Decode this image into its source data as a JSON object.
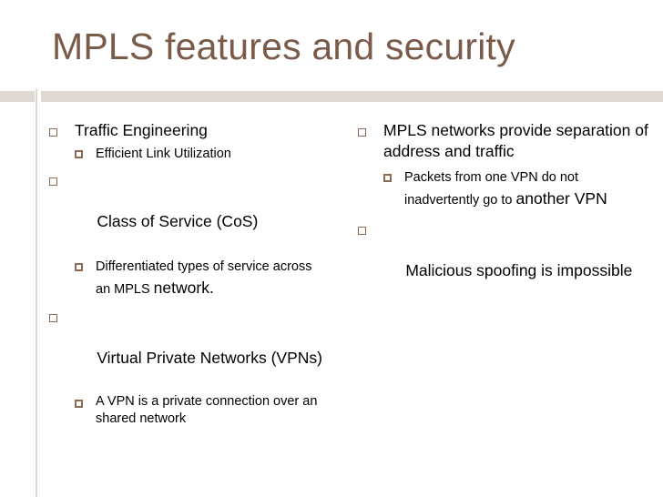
{
  "slide": {
    "title": "MPLS features and security",
    "left_column": {
      "item1": "Traffic Engineering",
      "item1_sub1": "Efficient Link Utilization",
      "item2": " Class of Service (CoS)",
      "item2_sub1_a": "Differentiated types of service across an MPLS ",
      "item2_sub1_b": "network.",
      "item3": " Virtual Private Networks (VPNs)",
      "item3_sub1": "A VPN is a private connection over an shared network"
    },
    "right_column": {
      "item1": "MPLS networks provide separation of address and traffic",
      "item1_sub1_a": "Packets from one VPN do not inadvertently go to ",
      "item1_sub1_b": "another VPN",
      "item2": " Malicious spoofing is impossible"
    },
    "colors": {
      "title": "#7a5a49",
      "accent": "#8b6a55",
      "rule": "#dedad3"
    }
  }
}
